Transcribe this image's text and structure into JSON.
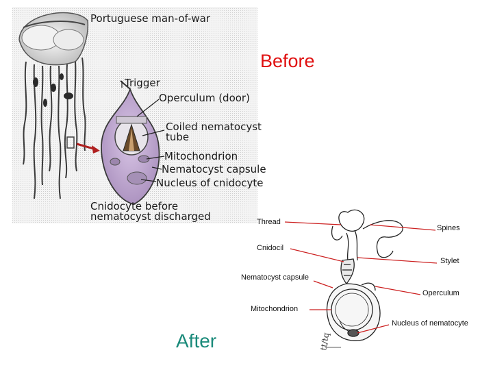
{
  "top_figure": {
    "title": "Portuguese man-of-war",
    "labels": {
      "trigger": "Trigger",
      "operculum": "Operculum (door)",
      "coiled_line1": "Coiled nematocyst",
      "coiled_line2": "tube",
      "mitochondrion": "Mitochondrion",
      "capsule": "Nematocyst capsule",
      "nucleus": "Nucleus of cnidocyte",
      "caption_line1": "Cnidocyte before",
      "caption_line2": "nematocyst discharged"
    }
  },
  "bottom_figure": {
    "labels": {
      "thread": "Thread",
      "cnidocil": "Cnidocil",
      "nematocyst_capsule": "Nematocyst capsule",
      "mitochondrion": "Mitochondrion",
      "spines": "Spines",
      "stylet": "Stylet",
      "operculum": "Operculum",
      "nucleus": "Nucleus of nematocyte"
    }
  },
  "captions": {
    "before": "Before",
    "after": "After"
  },
  "colors": {
    "before": "#e01010",
    "after": "#1a8a7a",
    "leader_lines": "#cc2020"
  }
}
